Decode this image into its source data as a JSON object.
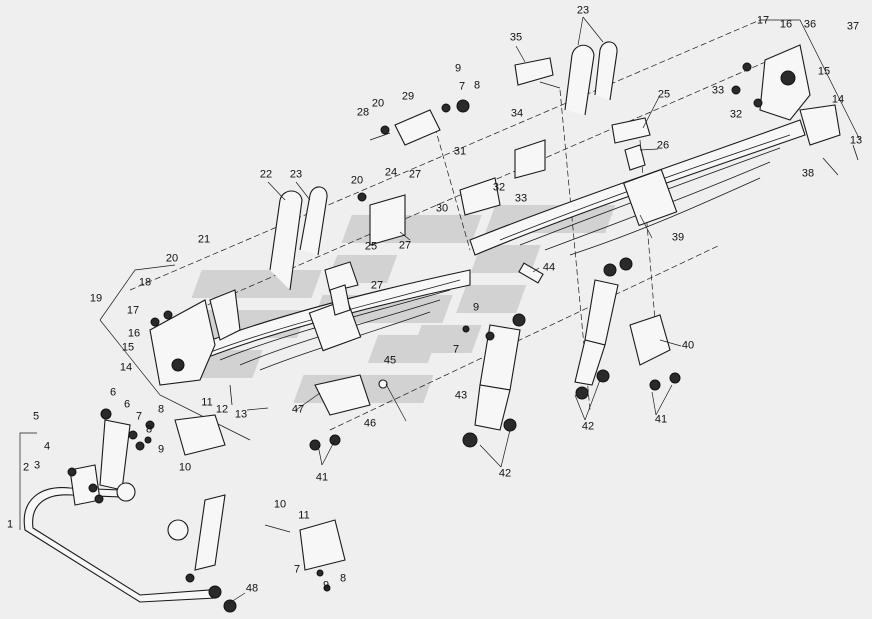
{
  "diagram": {
    "colors": {
      "line": "#1a1a1a",
      "background": "#efefef",
      "watermark": "#c8c8c8"
    },
    "watermark": {
      "kind": "logo",
      "icon": "manufacturer-logo-icon"
    },
    "callouts": [
      {
        "id": "c1",
        "text": "1"
      },
      {
        "id": "c2",
        "text": "2"
      },
      {
        "id": "c3",
        "text": "3"
      },
      {
        "id": "c4",
        "text": "4"
      },
      {
        "id": "c5",
        "text": "5"
      },
      {
        "id": "c6a",
        "text": "6"
      },
      {
        "id": "c6b",
        "text": "6"
      },
      {
        "id": "c7a",
        "text": "7"
      },
      {
        "id": "c7b",
        "text": "7"
      },
      {
        "id": "c7c",
        "text": "7"
      },
      {
        "id": "c7d",
        "text": "7"
      },
      {
        "id": "c8a",
        "text": "8"
      },
      {
        "id": "c8b",
        "text": "8"
      },
      {
        "id": "c8c",
        "text": "8"
      },
      {
        "id": "c8d",
        "text": "8"
      },
      {
        "id": "c9a",
        "text": "9"
      },
      {
        "id": "c9b",
        "text": "9"
      },
      {
        "id": "c9c",
        "text": "9"
      },
      {
        "id": "c9d",
        "text": "9"
      },
      {
        "id": "c10a",
        "text": "10"
      },
      {
        "id": "c10b",
        "text": "10"
      },
      {
        "id": "c11a",
        "text": "11"
      },
      {
        "id": "c11b",
        "text": "11"
      },
      {
        "id": "c12",
        "text": "12"
      },
      {
        "id": "c13a",
        "text": "13"
      },
      {
        "id": "c13b",
        "text": "13"
      },
      {
        "id": "c14a",
        "text": "14"
      },
      {
        "id": "c14b",
        "text": "14"
      },
      {
        "id": "c15a",
        "text": "15"
      },
      {
        "id": "c15b",
        "text": "15"
      },
      {
        "id": "c16a",
        "text": "16"
      },
      {
        "id": "c16b",
        "text": "16"
      },
      {
        "id": "c17a",
        "text": "17"
      },
      {
        "id": "c17b",
        "text": "17"
      },
      {
        "id": "c18",
        "text": "18"
      },
      {
        "id": "c19",
        "text": "19"
      },
      {
        "id": "c20a",
        "text": "20"
      },
      {
        "id": "c20b",
        "text": "20"
      },
      {
        "id": "c20c",
        "text": "20"
      },
      {
        "id": "c21",
        "text": "21"
      },
      {
        "id": "c22",
        "text": "22"
      },
      {
        "id": "c23a",
        "text": "23"
      },
      {
        "id": "c23b",
        "text": "23"
      },
      {
        "id": "c24",
        "text": "24"
      },
      {
        "id": "c25a",
        "text": "25"
      },
      {
        "id": "c25b",
        "text": "25"
      },
      {
        "id": "c26",
        "text": "26"
      },
      {
        "id": "c27a",
        "text": "27"
      },
      {
        "id": "c27b",
        "text": "27"
      },
      {
        "id": "c27c",
        "text": "27"
      },
      {
        "id": "c28",
        "text": "28"
      },
      {
        "id": "c29",
        "text": "29"
      },
      {
        "id": "c30",
        "text": "30"
      },
      {
        "id": "c31",
        "text": "31"
      },
      {
        "id": "c32a",
        "text": "32"
      },
      {
        "id": "c32b",
        "text": "32"
      },
      {
        "id": "c33a",
        "text": "33"
      },
      {
        "id": "c33b",
        "text": "33"
      },
      {
        "id": "c34",
        "text": "34"
      },
      {
        "id": "c35",
        "text": "35"
      },
      {
        "id": "c36",
        "text": "36"
      },
      {
        "id": "c37",
        "text": "37"
      },
      {
        "id": "c38",
        "text": "38"
      },
      {
        "id": "c39",
        "text": "39"
      },
      {
        "id": "c40",
        "text": "40"
      },
      {
        "id": "c41a",
        "text": "41"
      },
      {
        "id": "c41b",
        "text": "41"
      },
      {
        "id": "c42a",
        "text": "42"
      },
      {
        "id": "c42b",
        "text": "42"
      },
      {
        "id": "c43",
        "text": "43"
      },
      {
        "id": "c44",
        "text": "44"
      },
      {
        "id": "c45",
        "text": "45"
      },
      {
        "id": "c46",
        "text": "46"
      },
      {
        "id": "c47",
        "text": "47"
      },
      {
        "id": "c48",
        "text": "48"
      }
    ]
  }
}
